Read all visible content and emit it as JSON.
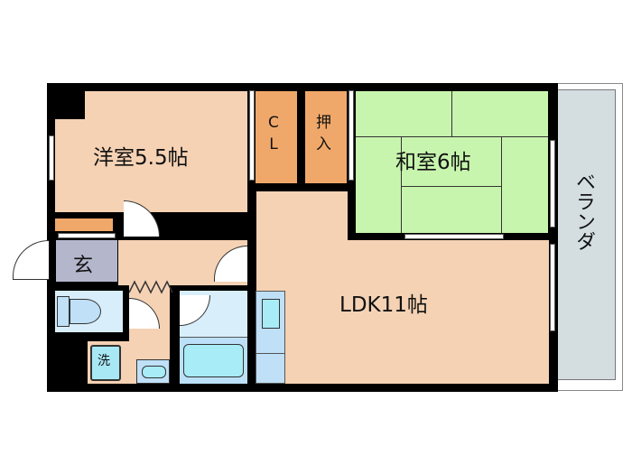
{
  "rooms": {
    "western_room": {
      "label": "洋室5.5帖",
      "color": "#F5D2B4"
    },
    "closet": {
      "label": "C\nL",
      "color": "#F0A86A"
    },
    "oshiire": {
      "label": "押\n入",
      "color": "#F0A86A"
    },
    "japanese_room": {
      "label": "和室6帖",
      "color": "#C8F5AE"
    },
    "ldk": {
      "label": "LDK11帖",
      "color": "#F5D2B4"
    },
    "veranda": {
      "label": "ベランダ",
      "color": "#D4DEE1"
    },
    "entrance": {
      "label": "玄",
      "color": "#B4B6CC"
    },
    "washer": {
      "label": "洗",
      "color": "#A8E8F5"
    },
    "toilet": {
      "color": "#D8EEFB"
    },
    "bath": {
      "color": "#BCE0F8"
    }
  },
  "colors": {
    "wall": "#000000",
    "fixture_blue": "#BFE0F7",
    "fixture_cyan": "#A8ECF8"
  }
}
